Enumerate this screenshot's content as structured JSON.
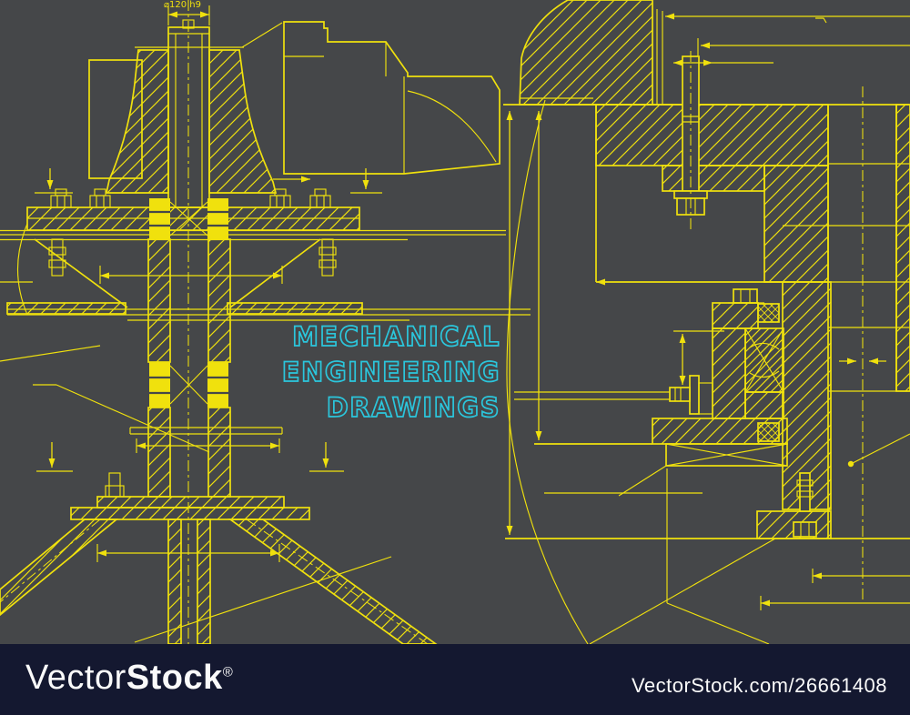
{
  "colors": {
    "background": "#454749",
    "line_yellow": "#F0E10D",
    "accent_cyan": "#2BC6DC",
    "watermark_bar": "#141830",
    "watermark_text": "#FAFAFA"
  },
  "drawing": {
    "dimension_label": "⌀120 h9"
  },
  "title": {
    "line1": "MECHANICAL",
    "line2": "ENGINEERING",
    "line3": "DRAWINGS"
  },
  "watermark": {
    "brand_regular": "Vector",
    "brand_bold": "Stock",
    "registered_mark": "®",
    "site_reference": "VectorStock.com/26661408"
  }
}
